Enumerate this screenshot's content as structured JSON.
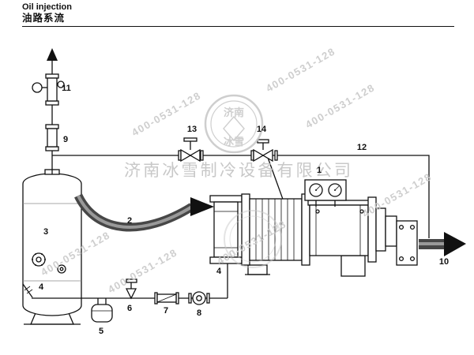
{
  "header": {
    "title_en": "Oil injection",
    "title_zh": "油路系流"
  },
  "watermarks": {
    "phone": "400-0531-128",
    "company": "济南冰雪制冷设备有限公司",
    "logo_line1": "济南",
    "logo_line2": "冰雪"
  },
  "parts": {
    "p1": "1",
    "p2": "2",
    "p3": "3",
    "p4": "4",
    "p5": "5",
    "p6": "6",
    "p7": "7",
    "p8": "8",
    "p9": "9",
    "p10": "10",
    "p11": "11",
    "p12": "12",
    "p13": "13",
    "p14": "14"
  },
  "colors": {
    "line": "#111111",
    "watermark": "#c9c9c9"
  }
}
